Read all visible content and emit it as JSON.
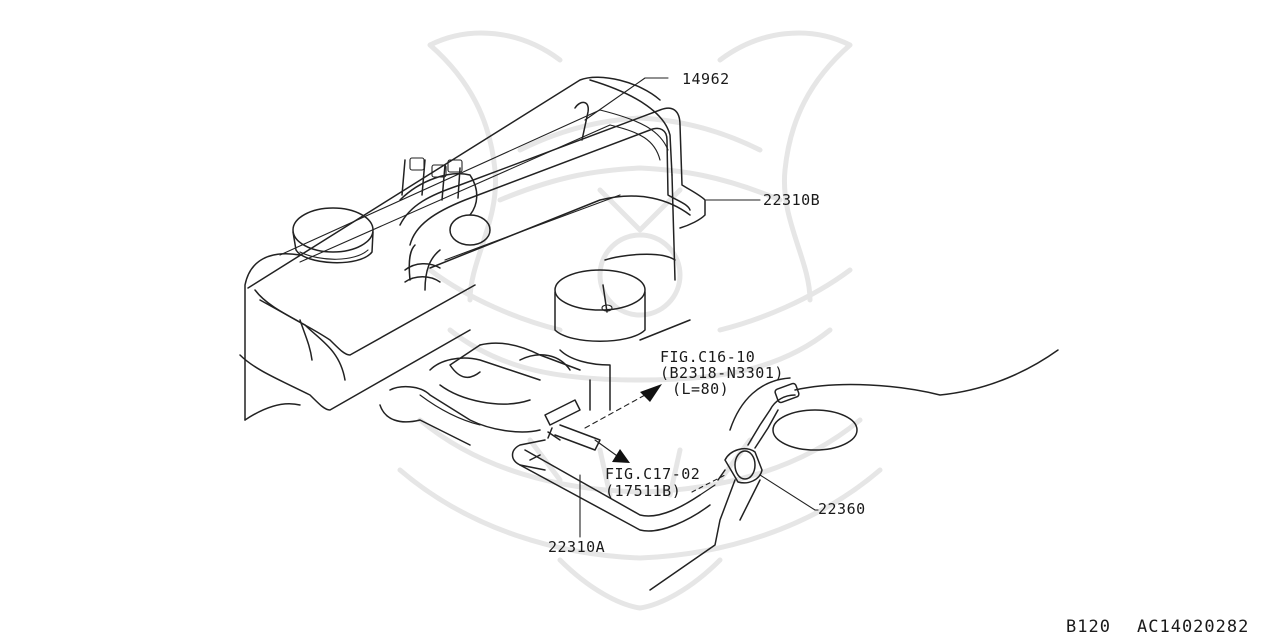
{
  "labels": {
    "part_14962": "14962",
    "part_22310B": "22310B",
    "part_22310A": "22310A",
    "part_22360": "22360",
    "fig_c16_line1": "FIG.C16-10",
    "fig_c16_line2": "(B2318-N3301)",
    "fig_c16_line3": "(L=80)",
    "fig_c17_line1": "FIG.C17-02",
    "fig_c17_line2": "(17511B)"
  },
  "footer": {
    "page_code": "B120",
    "diagram_id": "AC14020282"
  },
  "icons": {
    "watermark": "samurai-helmet-watermark-icon",
    "arrow": "arrow-icon"
  }
}
